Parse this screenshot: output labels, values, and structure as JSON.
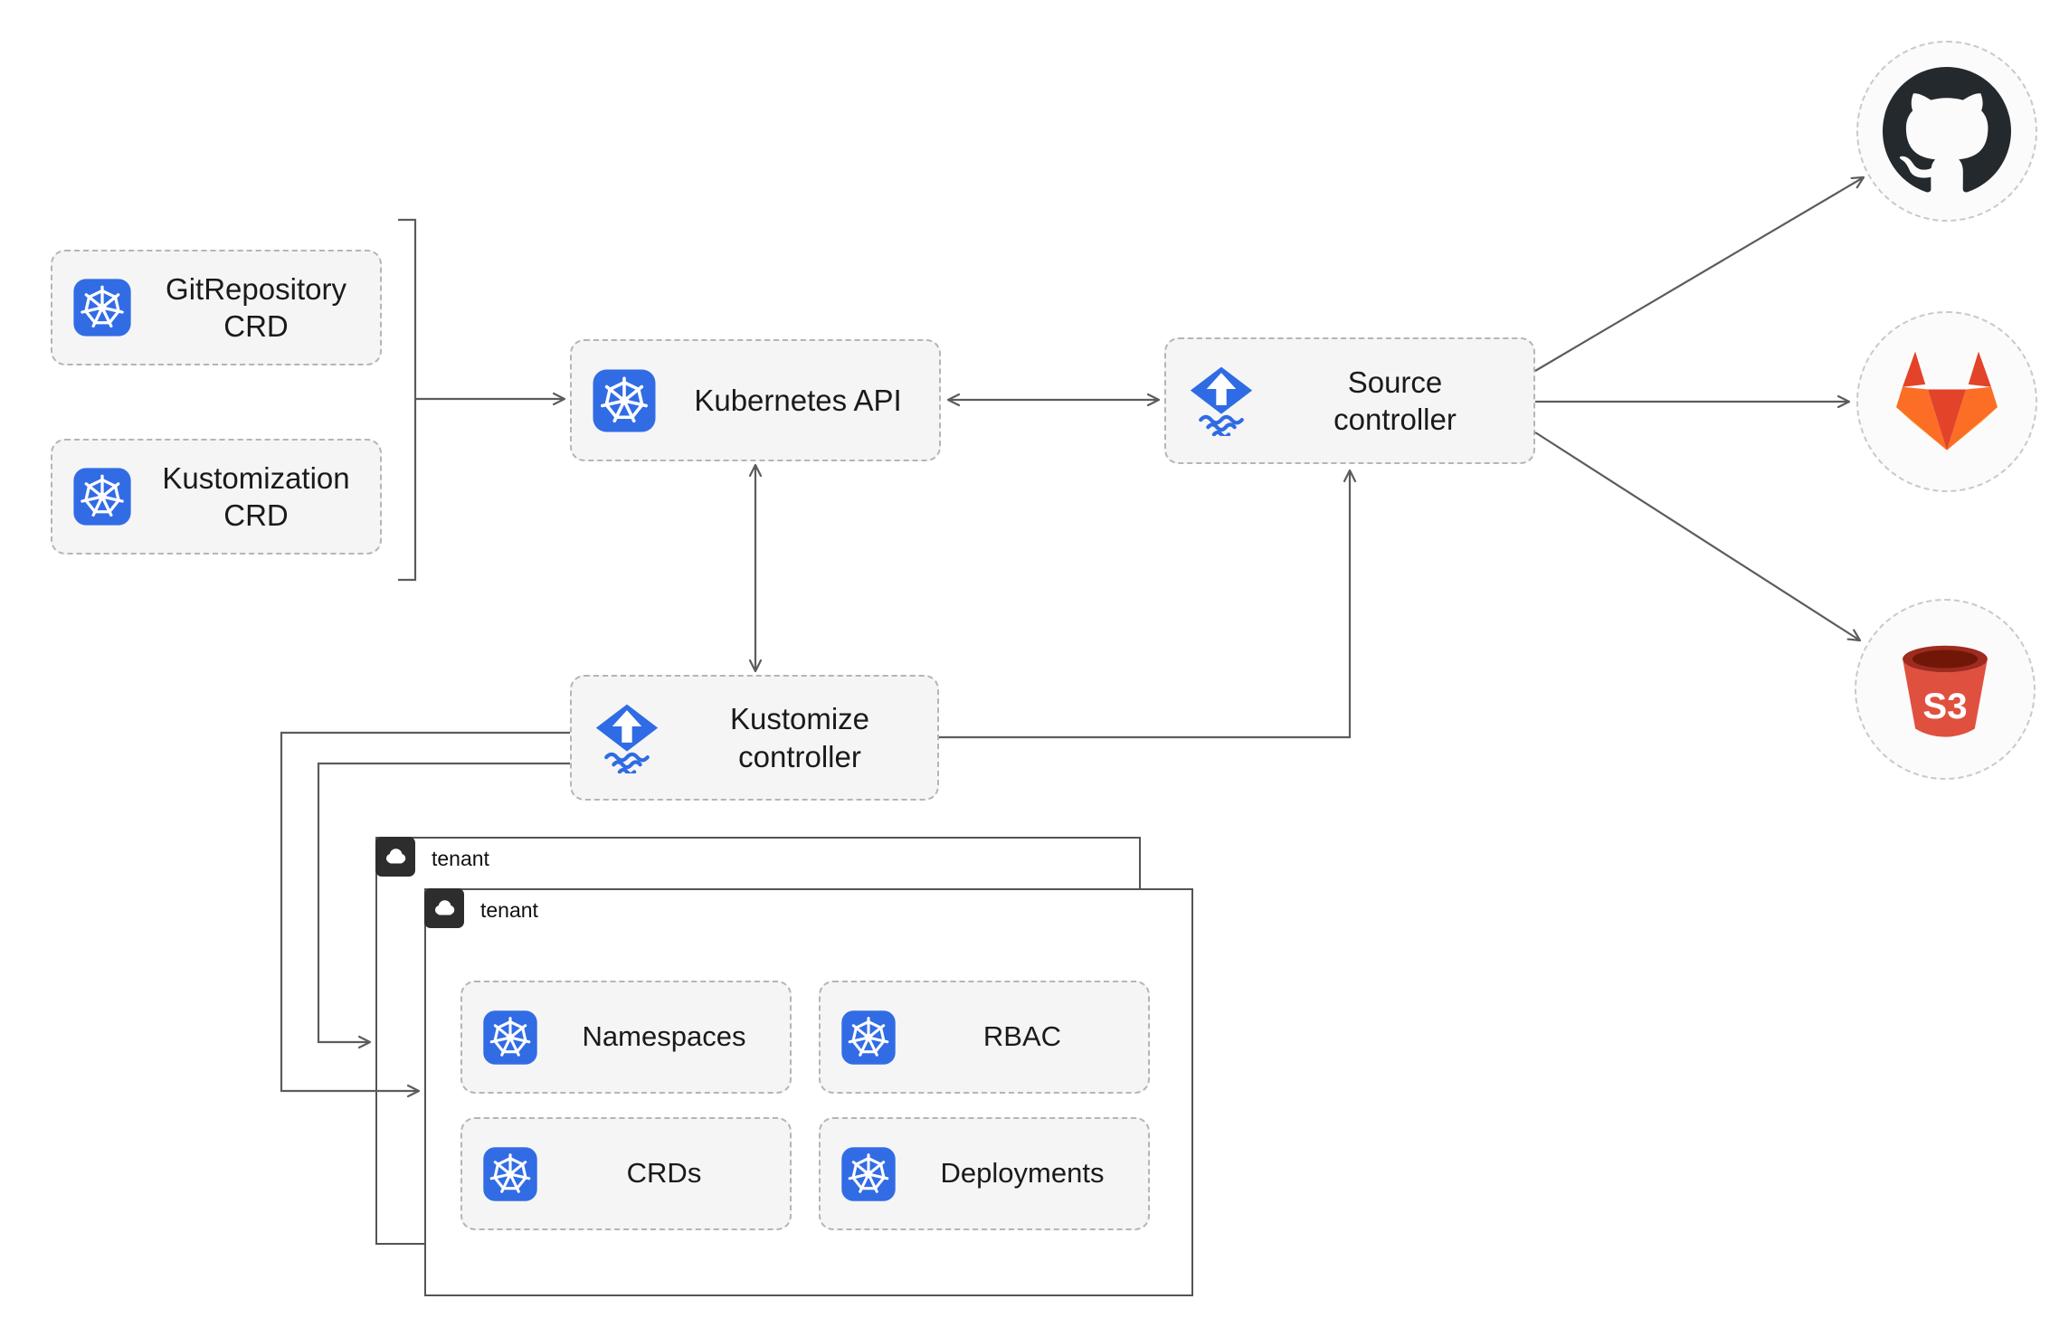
{
  "nodes": {
    "gitrepository_crd": {
      "line1": "GitRepository",
      "line2": "CRD"
    },
    "kustomization_crd": {
      "line1": "Kustomization",
      "line2": "CRD"
    },
    "kubernetes_api": {
      "label": "Kubernetes API"
    },
    "source_controller": {
      "line1": "Source",
      "line2": "controller"
    },
    "kustomize_controller": {
      "line1": "Kustomize",
      "line2": "controller"
    }
  },
  "tenants": {
    "back": {
      "label": "tenant"
    },
    "front": {
      "label": "tenant"
    }
  },
  "resources": {
    "namespaces": {
      "label": "Namespaces"
    },
    "rbac": {
      "label": "RBAC"
    },
    "crds": {
      "label": "CRDs"
    },
    "deployments": {
      "label": "Deployments"
    }
  },
  "remotes": {
    "github": {
      "icon": "github-icon"
    },
    "gitlab": {
      "icon": "gitlab-icon"
    },
    "s3": {
      "icon": "s3-bucket-icon",
      "icon_text": "S3"
    }
  },
  "icons": {
    "kubernetes": "kubernetes-icon",
    "flux": "flux-controller-icon",
    "cloud": "cloud-icon",
    "github": "github-icon",
    "gitlab": "gitlab-icon",
    "s3": "s3-bucket-icon"
  },
  "edges": [
    {
      "from": "gitrepository-crd / kustomization-crd",
      "to": "kubernetes-api",
      "style": "arrow"
    },
    {
      "from": "kubernetes-api",
      "to": "source-controller",
      "style": "double-arrow"
    },
    {
      "from": "kubernetes-api",
      "to": "kustomize-controller",
      "style": "double-arrow"
    },
    {
      "from": "kustomize-controller",
      "to": "source-controller",
      "style": "arrow"
    },
    {
      "from": "source-controller",
      "to": "github",
      "style": "arrow"
    },
    {
      "from": "source-controller",
      "to": "gitlab",
      "style": "arrow"
    },
    {
      "from": "source-controller",
      "to": "s3",
      "style": "arrow"
    },
    {
      "from": "kustomize-controller",
      "to": "tenant-front",
      "style": "arrow"
    },
    {
      "from": "kustomize-controller",
      "to": "tenant-back",
      "style": "arrow"
    }
  ],
  "colors": {
    "kubernetes_blue": "#326CE5",
    "flux_blue": "#2F6BE4",
    "box_fill": "#F5F5F5",
    "box_border": "#B5B5B5",
    "line": "#5C5C5C",
    "tenant_border": "#545454",
    "tenant_badge": "#2D2D2D",
    "github_black": "#24292E",
    "gitlab_orange": "#FC6D26",
    "gitlab_red": "#E24329",
    "gitlab_yellow": "#FCA326",
    "s3_red": "#E0503F",
    "s3_dark_red": "#8C1D18",
    "text": "#1A1A1A"
  }
}
